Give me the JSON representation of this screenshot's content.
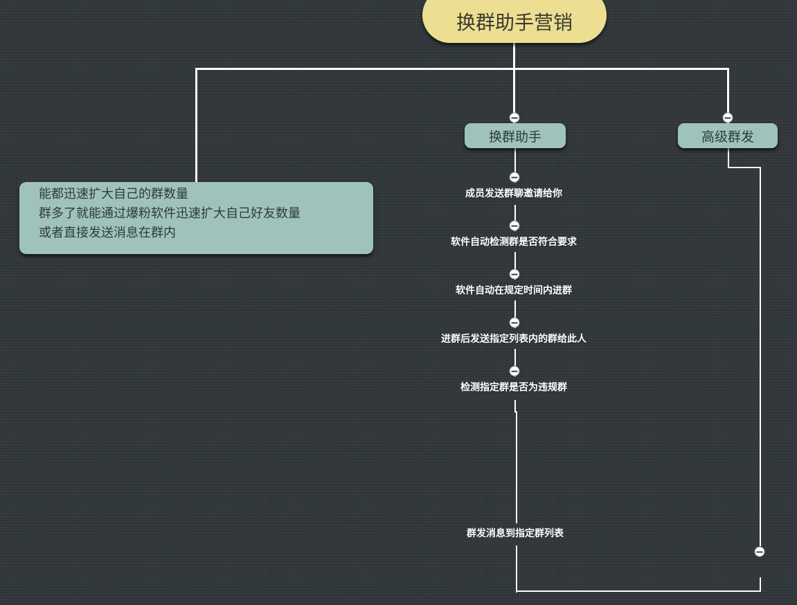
{
  "root": {
    "label": "换群助手营销"
  },
  "note": {
    "lines": [
      "能都迅速扩大自己的群数量",
      "群多了就能通过爆粉软件迅速扩大自己好友数量",
      "或者直接发送消息在群内"
    ]
  },
  "branches": {
    "helper": {
      "label": "换群助手",
      "steps": [
        "成员发送群聊邀请给你",
        "软件自动检测群是否符合要求",
        "软件自动在规定时间内进群",
        "进群后发送指定列表内的群给此人",
        "检测指定群是否为违规群"
      ]
    },
    "advanced": {
      "label": "高级群发"
    }
  },
  "merge": {
    "label": "群发消息到指定群列表"
  },
  "colors": {
    "background": "#2f3538",
    "root_fill": "#ecdf92",
    "branch_fill": "#9fc2bd",
    "connector": "#ffffff"
  }
}
